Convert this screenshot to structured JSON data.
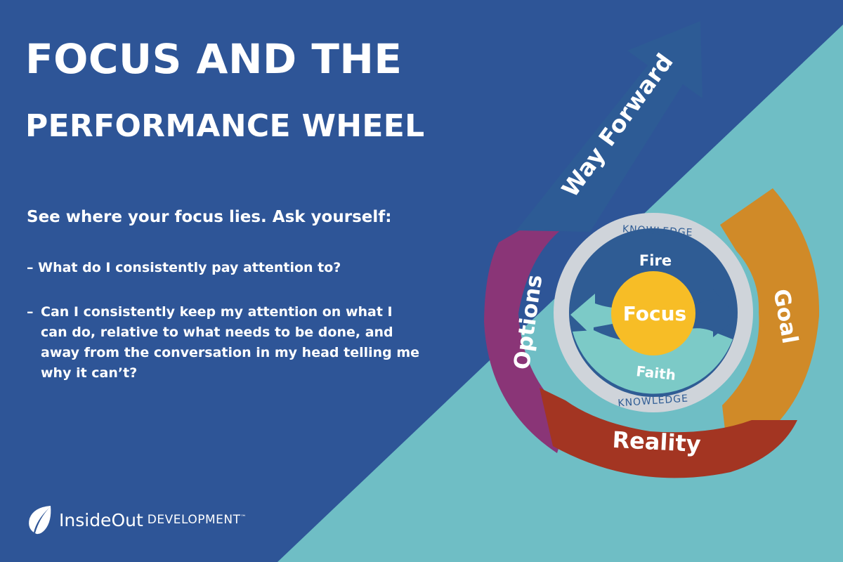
{
  "title": {
    "line1": "FOCUS AND THE",
    "line2": "PERFORMANCE WHEEL"
  },
  "prompt": "See where your focus lies. Ask yourself:",
  "questions": [
    {
      "dash": "–",
      "text": "What do I consistently pay attention to?"
    },
    {
      "dash": "–",
      "text": "Can I consistently keep my attention on what I can do, relative to what needs to be done, and away from the conversation in my head telling me why it can’t?"
    }
  ],
  "wheel": {
    "way_forward": "Way Forward",
    "goal": "Goal",
    "reality": "Reality",
    "options": "Options",
    "knowledge_top": "KNOWLEDGE",
    "knowledge_bottom": "KNOWLEDGE",
    "fire": "Fire",
    "faith": "Faith",
    "focus": "Focus"
  },
  "brand": {
    "name": "InsideOut",
    "suffix": "DEVELOPMENT",
    "tm": "™"
  },
  "colors": {
    "background_blue": "#2e5597",
    "background_teal": "#6fbec5",
    "way_forward": "#2d5b95",
    "goal": "#d08a28",
    "reality": "#a33522",
    "options": "#8a3577",
    "knowledge_ring": "#cfd4da",
    "inner_disc": "#2f5c94",
    "faith_half": "#7ccac7",
    "focus_circle": "#f7bd26",
    "text": "#ffffff"
  }
}
